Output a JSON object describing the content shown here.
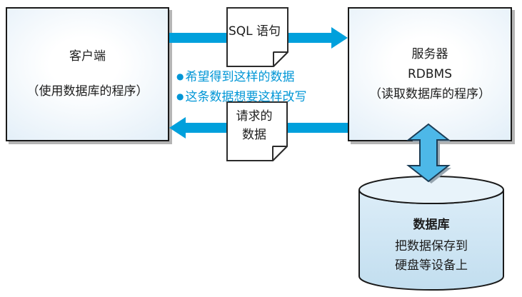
{
  "client_box": {
    "title": "客户端",
    "subtitle": "（使用数据库的程序）"
  },
  "server_box": {
    "title": "服务器",
    "product": "RDBMS",
    "subtitle": "（读取数据库的程序）"
  },
  "sql_note": {
    "label": "SQL 语句"
  },
  "result_note": {
    "line1": "请求的",
    "line2": "数据"
  },
  "annotations": [
    {
      "bullet": "●",
      "text": "希望得到这样的数据"
    },
    {
      "bullet": "●",
      "text": "这条数据想要这样改写"
    }
  ],
  "database": {
    "title": "数据库",
    "desc_line1": "把数据保存到",
    "desc_line2": "硬盘等设备上"
  },
  "icons": {
    "sql_arrow": "arrow-right",
    "result_arrow": "arrow-left",
    "storage_arrow": "arrow-up-down"
  },
  "colors": {
    "arrow_blue": "#00A0DC",
    "double_arrow_fill": "#4DB8E8",
    "double_arrow_stroke": "#1B3C55",
    "annotation_blue": "#0096D6",
    "box_fill_edge": "#CFE4F4",
    "box_border": "#1A1A1A",
    "cylinder_body_fill": "#CAE3F2",
    "cylinder_top_fill": "#E8F3FA",
    "note_fill": "#FFFFFF",
    "shadow_gray": "#B4B4B4",
    "arrow_shadow_gray": "#98A6B0"
  }
}
